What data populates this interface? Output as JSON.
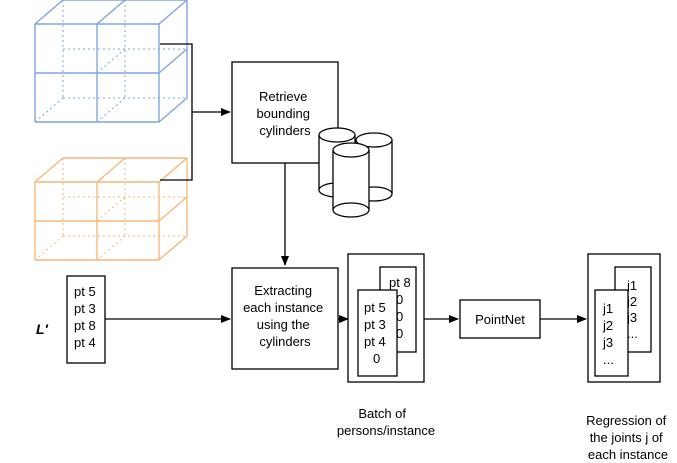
{
  "colors": {
    "voxel_grid_1": "#7ea6e0",
    "voxel_grid_2": "#f5b87a",
    "stroke": "#000000",
    "background": "#ffffff"
  },
  "labels": {
    "retrieve_box": [
      "Retrieve",
      "bounding",
      "cylinders"
    ],
    "extract_box": [
      "Extracting",
      "each instance",
      "using the",
      "cylinders"
    ],
    "pointnet_box": "PointNet",
    "input_variable": "L′",
    "input_list": [
      "pt 5",
      "pt 3",
      "pt 8",
      "pt 4"
    ],
    "batch_back_card": [
      "pt 8",
      "0",
      "0",
      "0"
    ],
    "batch_front_card": [
      "pt 5",
      "pt 3",
      "pt 4",
      "0"
    ],
    "batch_caption": [
      "Batch of",
      "persons/instance"
    ],
    "joints_back_card": [
      "j1",
      "j2",
      "j3",
      "..."
    ],
    "joints_front_card": [
      "j1",
      "j2",
      "j3",
      "..."
    ],
    "joints_caption": [
      "Regression of",
      "the joints j of",
      "each instance"
    ]
  }
}
